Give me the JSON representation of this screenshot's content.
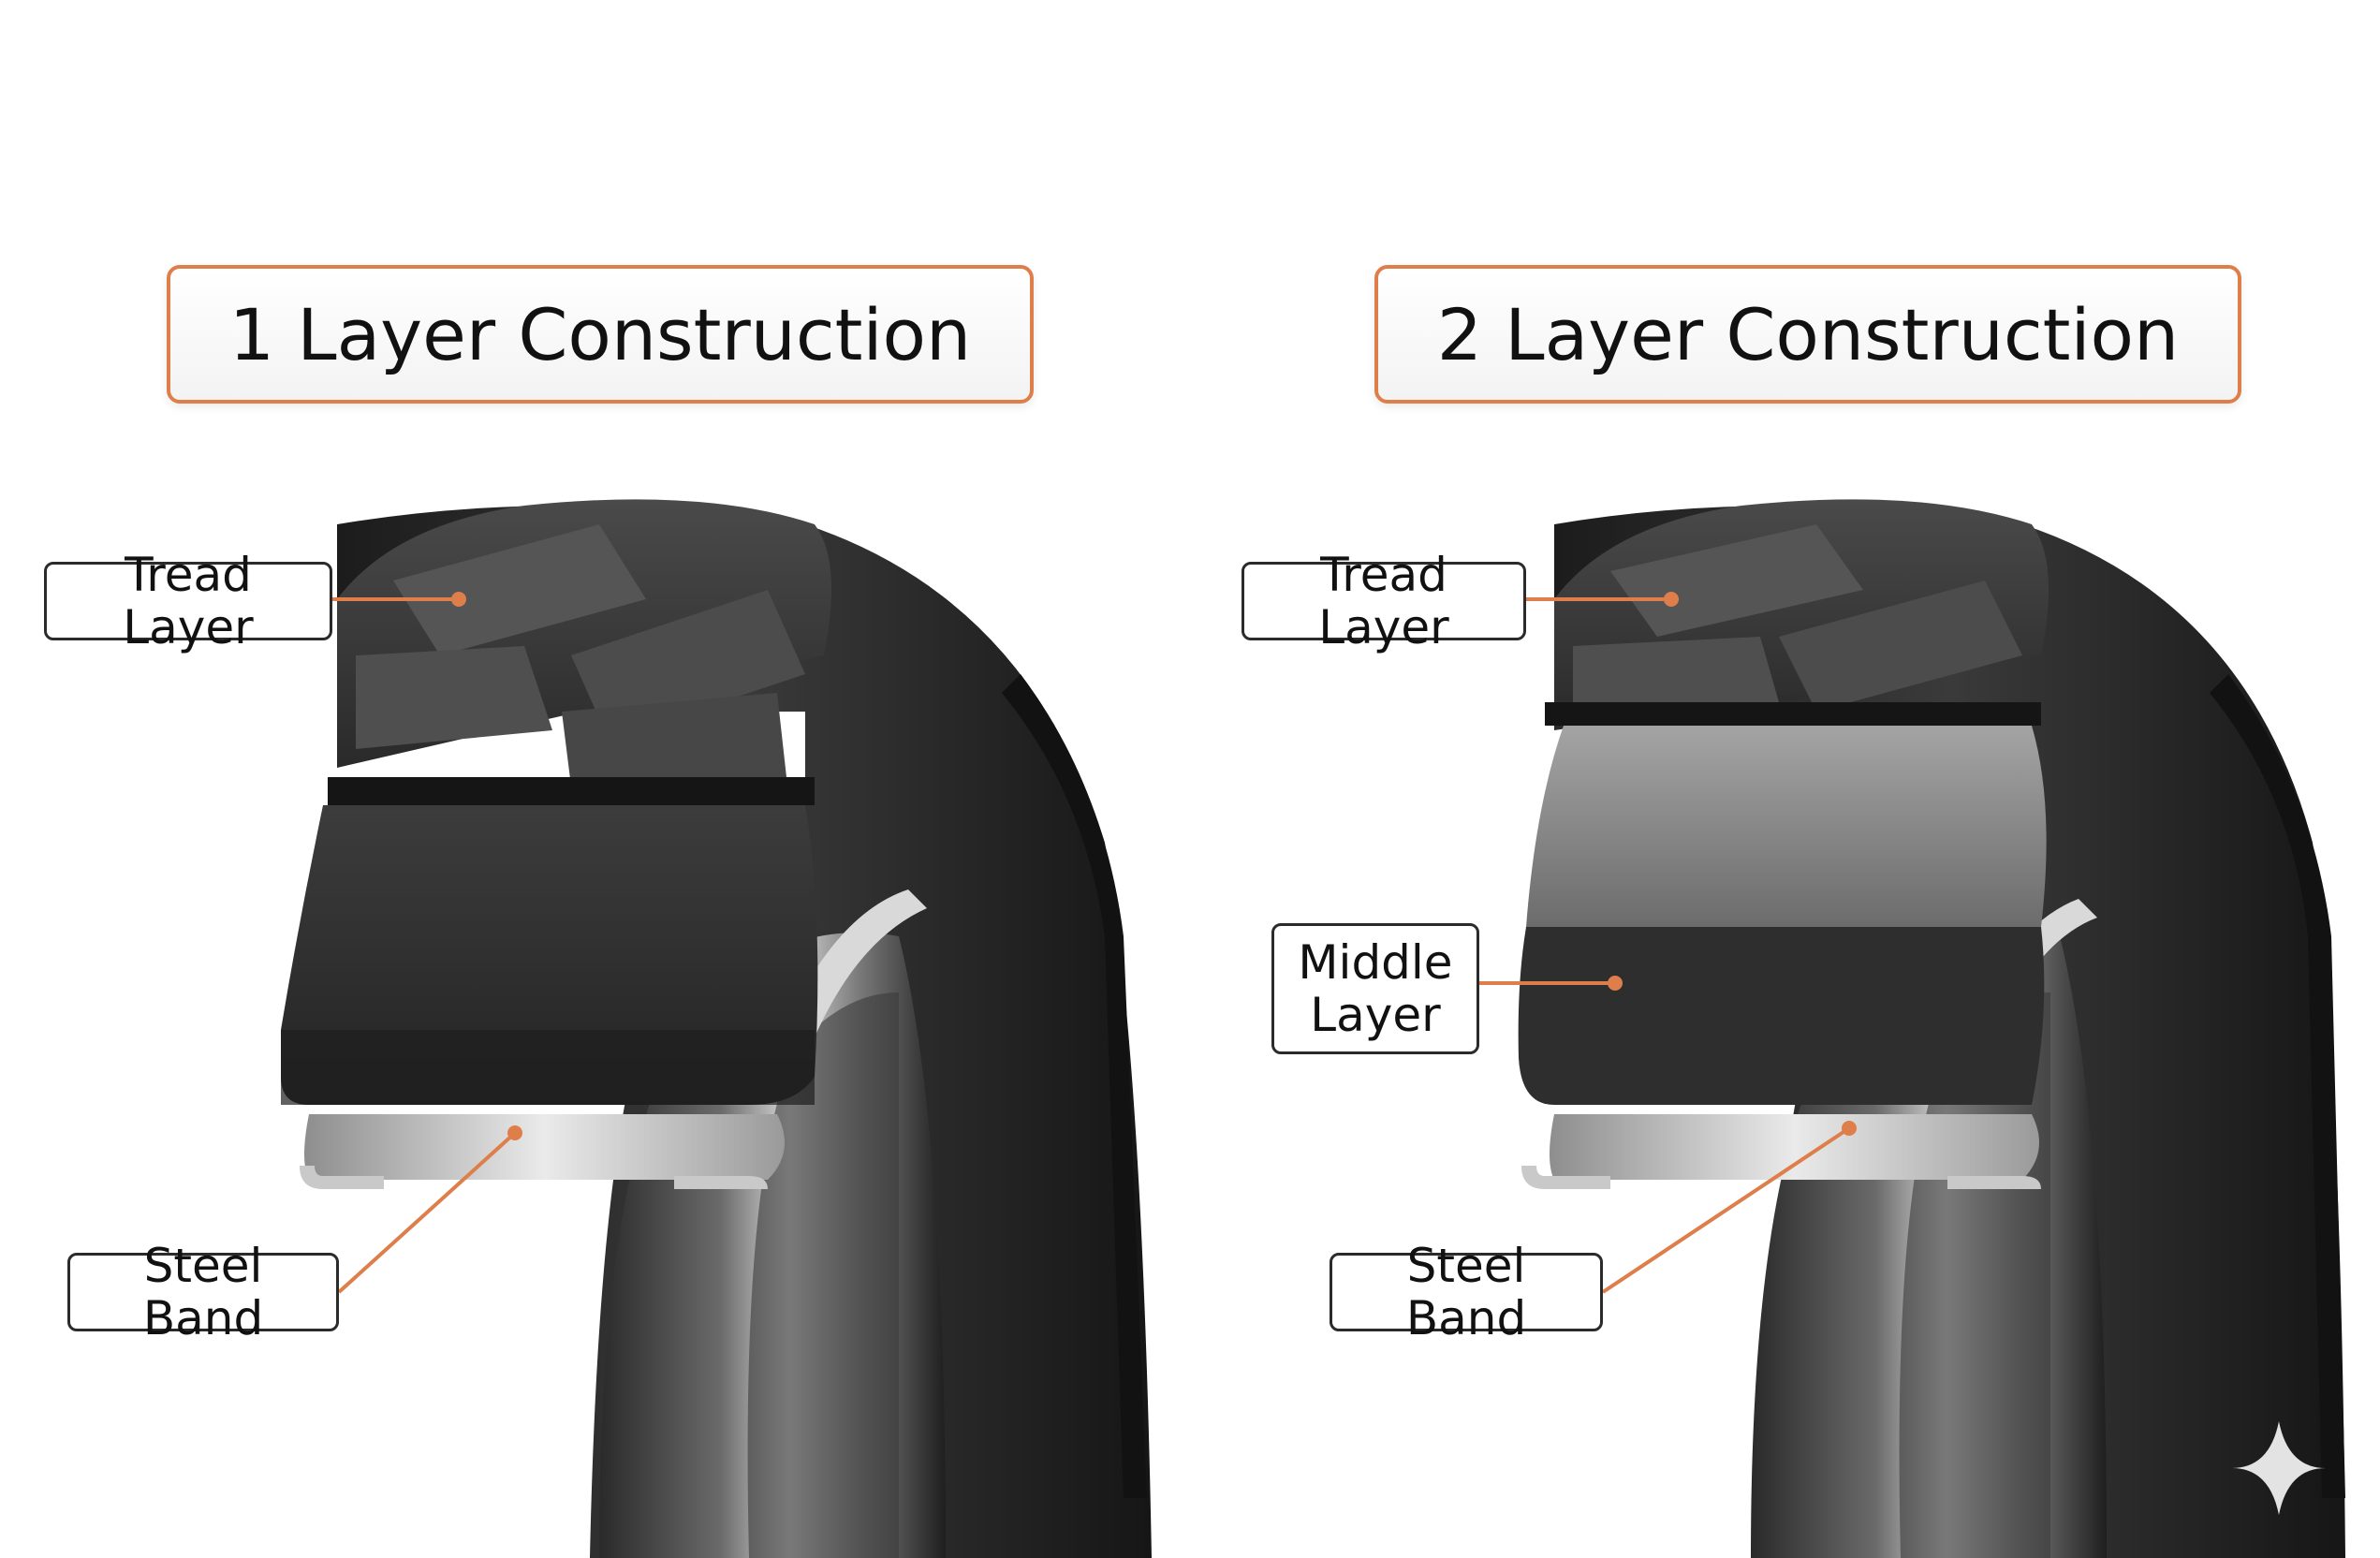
{
  "left_panel": {
    "title": "1 Layer Construction",
    "labels": {
      "tread": "Tread Layer",
      "steel_band": "Steel Band"
    }
  },
  "right_panel": {
    "title": "2 Layer Construction",
    "labels": {
      "tread": "Tread Layer",
      "middle_line1": "Middle",
      "middle_line2": "Layer",
      "steel_band": "Steel Band"
    }
  },
  "colors": {
    "accent": "#de7e4a",
    "rubber_dark": "#2b2b2b",
    "middle_gray": "#8a8a8a",
    "steel": "#b9b9b9"
  },
  "icons": [
    "sparkle-icon"
  ]
}
